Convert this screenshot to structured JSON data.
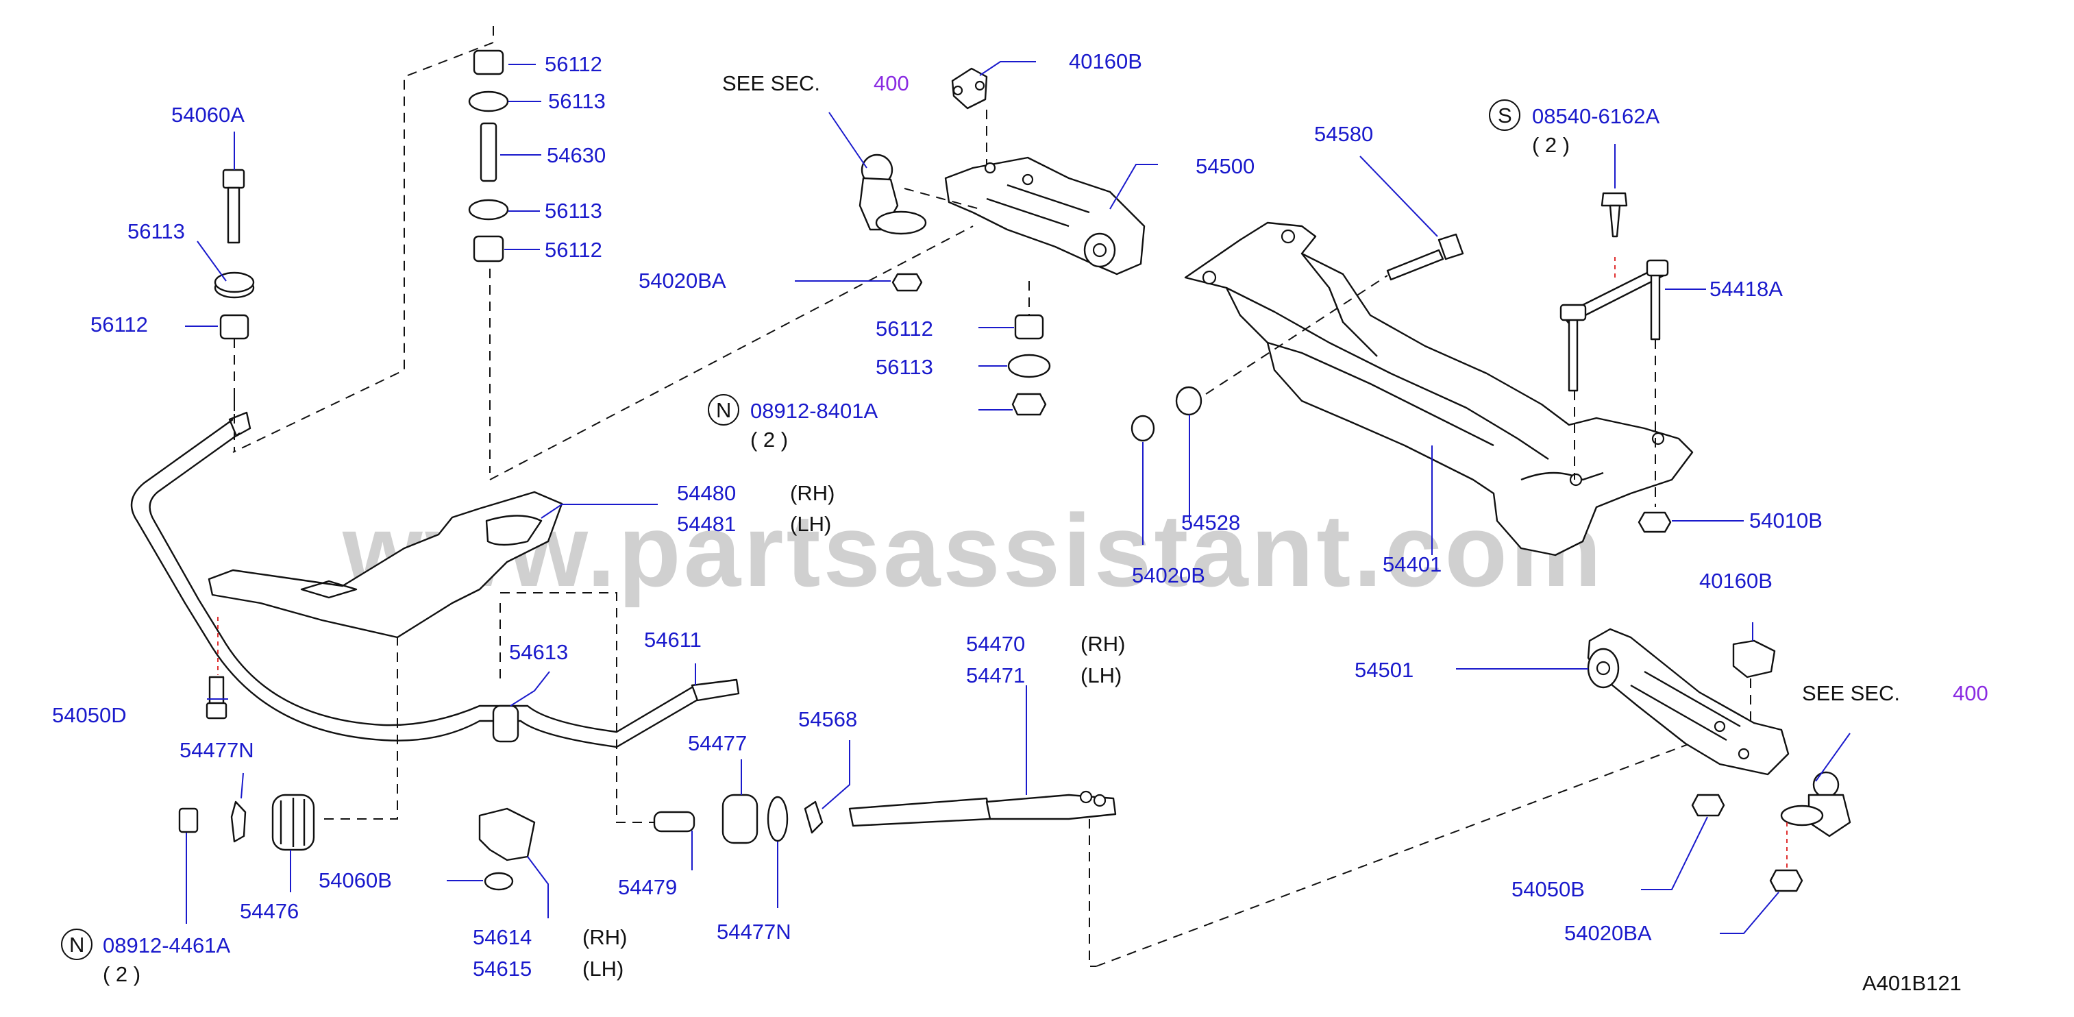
{
  "diagram": {
    "watermark": "www.partsassistant.com",
    "figure_code": "A401B121",
    "see_sec_label": "SEE  SEC.",
    "see_sec_number": "400",
    "qty_note": "( 2 )",
    "side_rh": "(RH)",
    "side_lh": "(LH)",
    "prefix_n": "N",
    "prefix_s": "S",
    "parts": {
      "p56112_a": "56112",
      "p56113_a": "56113",
      "p54630": "54630",
      "p56113_b": "56113",
      "p56112_b": "56112",
      "p54060A": "54060A",
      "p56113_c": "56113",
      "p56112_c": "56112",
      "p40160B_a": "40160B",
      "p54500": "54500",
      "p54020BA_a": "54020BA",
      "p56112_d": "56112",
      "p56113_d": "56113",
      "p08912_8401A": "08912-8401A",
      "p54580": "54580",
      "p08540_6162A": "08540-6162A",
      "p54418A": "54418A",
      "p54528": "54528",
      "p54020B": "54020B",
      "p54401": "54401",
      "p54010B": "54010B",
      "p54480": "54480",
      "p54481": "54481",
      "p54050D": "54050D",
      "p54613": "54613",
      "p54611": "54611",
      "p54470": "54470",
      "p54471": "54471",
      "p54477N_a": "54477N",
      "p54477": "54477",
      "p54568": "54568",
      "p40160B_b": "40160B",
      "p54501": "54501",
      "p54060B": "54060B",
      "p54476": "54476",
      "p54479": "54479",
      "p54477N_b": "54477N",
      "p54614": "54614",
      "p54615": "54615",
      "p08912_4461A": "08912-4461A",
      "p54050B": "54050B",
      "p54020BA_b": "54020BA"
    }
  }
}
